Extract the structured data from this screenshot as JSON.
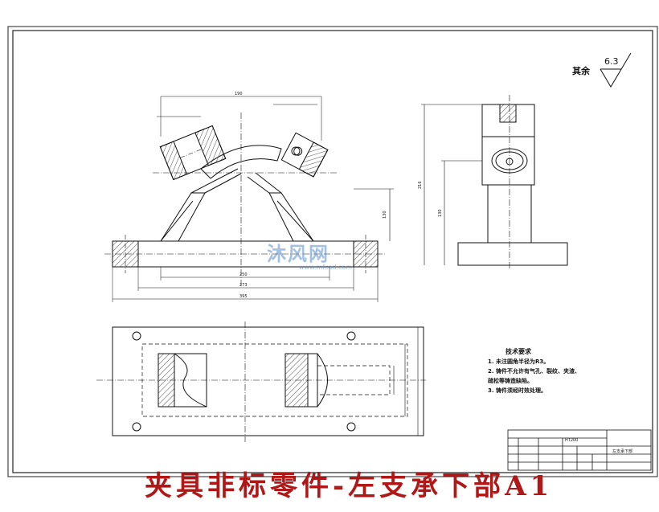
{
  "caption": "夹具非标零件-左支承下部A1",
  "surface_roughness": {
    "label": "其余",
    "value": "6.3"
  },
  "technical_requirements": {
    "title": "技术要求",
    "lines": [
      "1. 未注圆角半径为R3。",
      "2. 铸件不允许有气孔、裂纹、夹渣、",
      "疏松等铸造缺陷。",
      "3. 铸件须经时效处理。"
    ]
  },
  "title_block": {
    "material": "HT200",
    "part_name": "左支承下部"
  },
  "dimensions": {
    "bottom_total": "395",
    "bottom_span": "273",
    "bottom_inner": "250",
    "top_width": "190",
    "height_center": "130",
    "side_total_height": "216",
    "side_height": "130"
  },
  "watermark": {
    "text": "沐风网",
    "url": "www.mfcad.com"
  }
}
